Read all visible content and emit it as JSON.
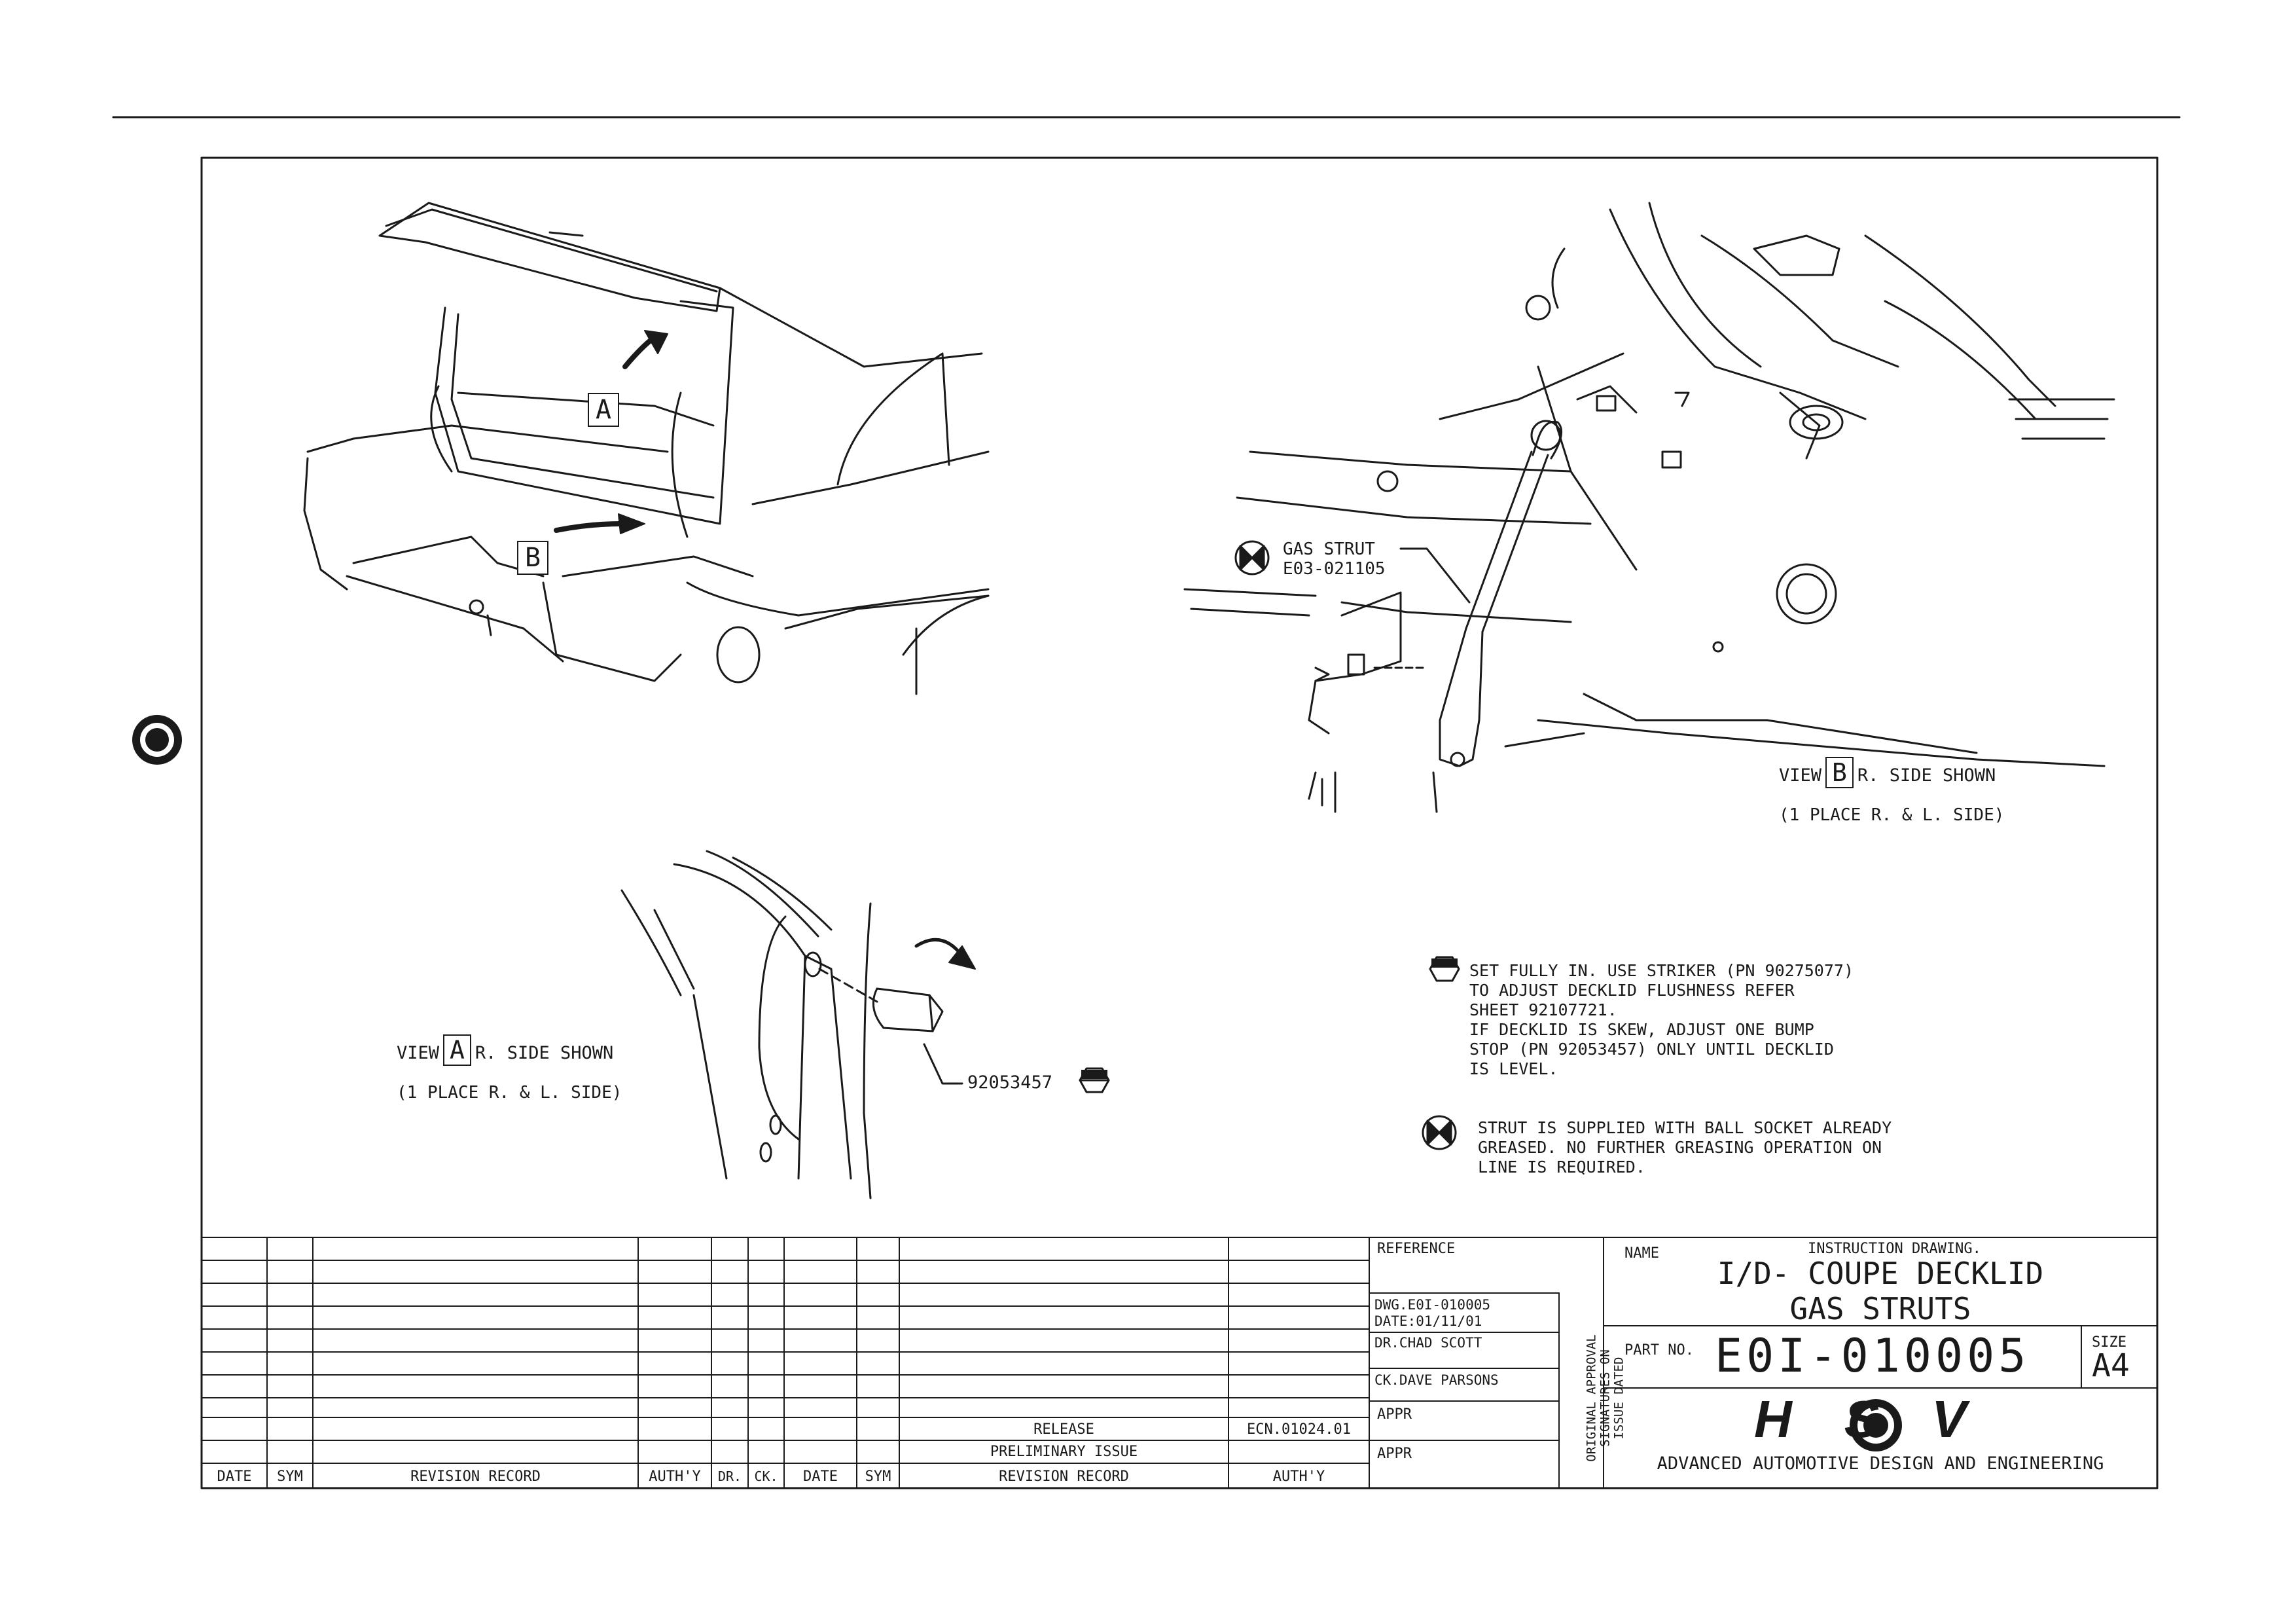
{
  "logo": {
    "text": "HSV"
  },
  "view_a": {
    "letter": "A",
    "prefix": "VIEW",
    "suffix": "R. SIDE SHOWN",
    "place": "(1 PLACE R. & L. SIDE)"
  },
  "view_b": {
    "letter": "B",
    "prefix": "VIEW",
    "suffix": "R. SIDE SHOWN",
    "place": "(1 PLACE R. & L. SIDE)"
  },
  "callouts": {
    "label_a": "A",
    "label_b": "B",
    "gas_strut_line1": "GAS STRUT",
    "gas_strut_line2": "E03-021105",
    "bump_stop_part": "92053457"
  },
  "notes": {
    "note_1": "SET FULLY IN. USE STRIKER (PN 90275077)\nTO ADJUST DECKLID FLUSHNESS REFER\nSHEET 92107721.\nIF DECKLID IS SKEW, ADJUST ONE BUMP\nSTOP (PN 92053457) ONLY UNTIL DECKLID\nIS LEVEL.",
    "note_2": "STRUT IS SUPPLIED WITH BALL SOCKET ALREADY\nGREASED. NO FURTHER GREASING OPERATION ON\nLINE IS REQUIRED."
  },
  "revision_table": {
    "release_text": "RELEASE",
    "release_ecn": "ECN.01024.01",
    "preliminary": "PRELIMINARY ISSUE",
    "headers_left": [
      "DATE",
      "SYM",
      "REVISION RECORD",
      "AUTH'Y",
      "DR.",
      "CK."
    ],
    "headers_right": [
      "DATE",
      "SYM",
      "REVISION RECORD",
      "AUTH'Y"
    ]
  },
  "reference": {
    "label": "REFERENCE",
    "dwg": "DWG.E0I-010005",
    "date": "DATE:01/11/01",
    "dr": "DR.CHAD SCOTT",
    "ck": "CK.DAVE PARSONS",
    "appr1": "APPR",
    "appr2": "APPR",
    "approval_note_1": "ORIGINAL APPROVAL",
    "approval_note_2": "SIGNATURES ON",
    "approval_note_3": "ISSUE DATED"
  },
  "title_block": {
    "name_label": "NAME",
    "drawing_type": "INSTRUCTION DRAWING.",
    "title_line1": "I/D- COUPE DECKLID",
    "title_line2": "GAS STRUTS",
    "part_label": "PART NO.",
    "part_number": "E0I-010005",
    "size_label": "SIZE",
    "size_value": "A4",
    "company_logo": "HSV",
    "company_tagline": "ADVANCED AUTOMOTIVE DESIGN AND ENGINEERING"
  }
}
